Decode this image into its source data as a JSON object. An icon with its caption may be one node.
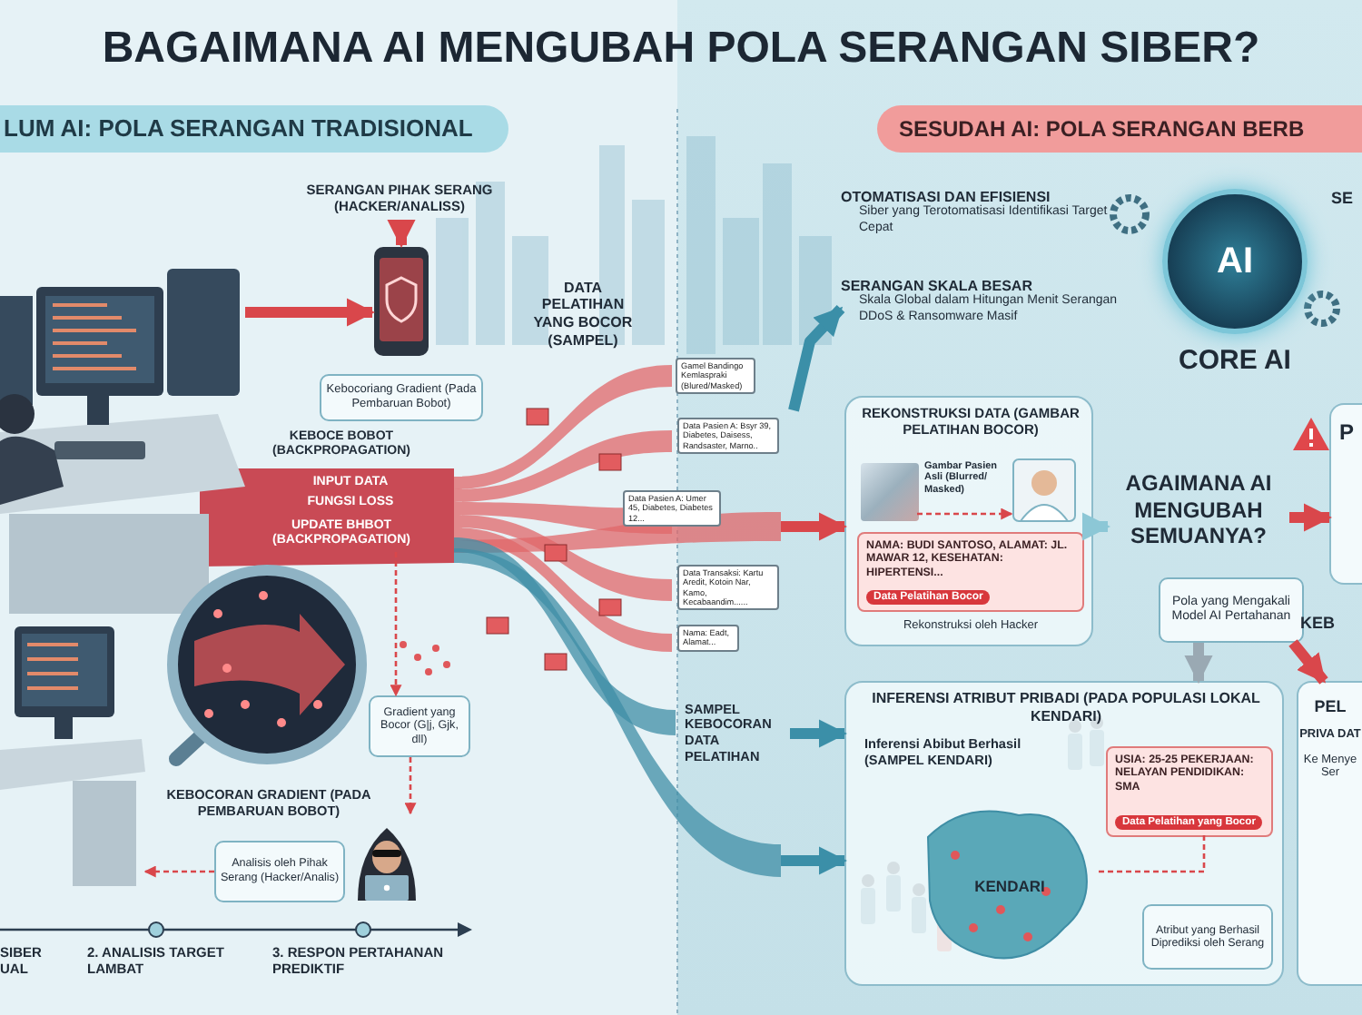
{
  "diagram": {
    "title": "BAGAIMANA AI MENGUBAH POLA SERANGAN SIBER?",
    "nodes": [
      {
        "text": [
          "LUM AI: POLA SERANGAN TRADISIONAL"
        ]
      },
      {
        "text": [
          "SESUDAH AI: POLA SERANGAN BERB"
        ]
      },
      {
        "text": [
          "SERANGAN PIHAK SERANG (HACKER/ANALISS)"
        ]
      },
      {
        "text": [],
        "shape": "picture"
      },
      {
        "text": [
          "DATA PELATIHAN YANG BOCOR (SAMPEL)"
        ]
      },
      {
        "text": [
          "Kebocoriang Gradient (Pada Pembaruan Bobot)"
        ]
      },
      {
        "text": [
          "KEBOCE BOBOT (BACKPROPAGATION)"
        ]
      },
      {
        "text": [
          "UPDATE BHBOT (BACKPROPAGATION)"
        ]
      },
      {
        "text": [],
        "shape": "picture"
      },
      {
        "text": [],
        "shape": "picture"
      },
      {
        "text": [
          "Gradient yang Bocor (G|j, Gjk, dll)"
        ]
      },
      {
        "text": [
          "KEBOCORAN GRADIENT (PADA PEMBARUAN BOBOT)"
        ]
      },
      {
        "text": [],
        "shape": "picture"
      },
      {
        "text": [
          "Analisis oleh Pihak Serang (Hacker/Analis)"
        ]
      },
      {
        "text": [],
        "shape": "picture"
      },
      {
        "text": [
          "OTOMATISASI DAN EFISIENSI",
          "Siber yang Terotomatisasi Identifikasi Target Cepat"
        ]
      },
      {
        "text": [
          "SERANGAN SKALA BESAR",
          "Skala Global dalam Hitungan Menit Serangan DDoS & Ransomware Masif"
        ]
      },
      {
        "text": [
          "AI"
        ],
        "beside": [
          "CORE AI"
        ]
      },
      {
        "text": [
          "REKONSTRUKSI DATA (GAMBAR PELATIHAN BOCOR)",
          "Rekonstruksi oleh Hacker"
        ]
      },
      {
        "text": [],
        "shape": "picture",
        "in": 18,
        "beside": [
          "Gambar Pasien Asli (Blurred/ Masked)"
        ]
      },
      {
        "text": [],
        "shape": "picture",
        "in": 18
      },
      {
        "text": [
          "NAMA: BUDI SANTOSO, ALAMAT: JL. MAWAR 12, KESEHATAN: HIPERTENSI...",
          "Data Pelatihan Bocor"
        ],
        "in": 18
      },
      {
        "text": [
          "AGAIMANA AI MENGUBAH SEMUANYA?"
        ]
      },
      {
        "text": [
          "P"
        ]
      },
      {
        "text": [
          "Pola yang Mengakali Model AI Pertahanan"
        ]
      },
      {
        "text": [
          "INFERENSI ATRIBUT PRIBADI (PADA POPULASI LOKAL KENDARI)",
          "Inferensi Abibut Berhasil (SAMPEL KENDARI)"
        ]
      },
      {
        "text": [
          "KENDARI"
        ],
        "in": 25
      },
      {
        "text": [
          "USIA: 25-25 PEKERJAAN: NELAYAN PENDIDIKAN: SMA",
          "Data Pelatihan yang Bocor"
        ],
        "in": 25
      },
      {
        "text": [
          "Atribut yang Berhasil Diprediksi oleh Serang"
        ],
        "in": 25
      },
      {
        "text": [
          "PEL",
          "PRIVA DAT",
          "Ke Menye Ser"
        ]
      },
      {
        "text": [
          "SAMPEL KEBOCORAN DATA PELATIHAN"
        ]
      }
    ],
    "edges": [
      {
        "from": 8,
        "to": 3,
        "arrow": "to"
      },
      {
        "from": 2,
        "to": 3,
        "arrow": "to"
      },
      {
        "from": 7,
        "to": 10,
        "arrow": "to",
        "style": "dashed"
      },
      {
        "from": 10,
        "to": 12,
        "arrow": "to",
        "style": "dashed"
      },
      {
        "from": 13,
        "to": 14,
        "arrow": "to",
        "style": "dashed"
      },
      {
        "from": null,
        "to": 16,
        "arrow": "to",
        "color": "#3b8fa8"
      },
      {
        "from": null,
        "to": 18,
        "arrow": "to"
      },
      {
        "from": 30,
        "to": 25,
        "arrow": "to",
        "color": "#3b8fa8"
      },
      {
        "from": null,
        "to": 25,
        "arrow": "to",
        "color": "#3b8fa8"
      },
      {
        "from": 19,
        "to": 20,
        "arrow": "to",
        "style": "dashed"
      },
      {
        "from": 18,
        "to": 22,
        "arrow": "to",
        "color": "#8cc7d6"
      },
      {
        "from": 22,
        "to": 23,
        "arrow": "to"
      },
      {
        "from": 24,
        "to": 25,
        "arrow": "to",
        "color": "#9aa9b3"
      },
      {
        "from": 24,
        "to": 29,
        "arrow": "to"
      },
      {
        "from": 27,
        "to": 26,
        "arrow": "none",
        "style": "dashed"
      }
    ],
    "labels": [
      "INPUT DATA",
      "FUNGSI LOSS",
      "Gamel Bandingo Kemlaspraki (Blured/Masked)",
      "Data Pasien A: Bsyr 39, Diabetes, Daisess, Randsaster, Marno..",
      "Data Pasien A: Umer 45, Diabetes, Diabetes 12...",
      "Data Transaksi: Kartu Aredit, Kotoin Nar, Kamo, Kecabaandim......",
      "Nama: Eadt, Alamat...",
      "SE",
      "KEB",
      "SIBER UAL",
      "2. ANALISIS TARGET LAMBAT",
      "3. RESPON PERTAHANAN PREDIKTIF"
    ]
  }
}
